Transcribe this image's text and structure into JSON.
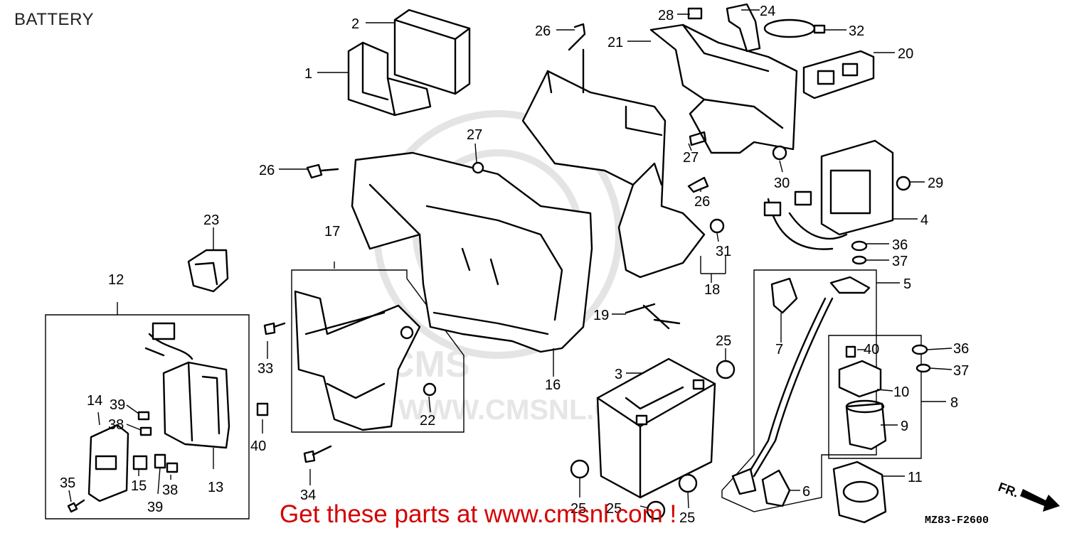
{
  "title": "BATTERY",
  "promo_text": "Get these parts at www.cmsnl.com !",
  "diagram_code": "MZ83-F2600",
  "watermark": {
    "site": "WWW.CMSNL.COM",
    "brand": "CMS"
  },
  "direction_marker": "FR.",
  "colors": {
    "promo": "#d40000",
    "line": "#000000",
    "watermark": "#e4e4e4"
  },
  "labels": {
    "l1": "1",
    "l2": "2",
    "l3": "3",
    "l4": "4",
    "l5": "5",
    "l6": "6",
    "l7": "7",
    "l8": "8",
    "l9": "9",
    "l10": "10",
    "l11": "11",
    "l12": "12",
    "l13": "13",
    "l14": "14",
    "l15": "15",
    "l16": "16",
    "l17": "17",
    "l18": "18",
    "l19": "19",
    "l20": "20",
    "l21": "21",
    "l22": "22",
    "l23": "23",
    "l24": "24",
    "l25a": "25",
    "l25b": "25",
    "l25c": "25",
    "l25d": "25",
    "l26a": "26",
    "l26b": "26",
    "l26c": "26",
    "l27a": "27",
    "l27b": "27",
    "l28": "28",
    "l29": "29",
    "l30": "30",
    "l31": "31",
    "l32": "32",
    "l33": "33",
    "l34": "34",
    "l35": "35",
    "l36a": "36",
    "l36b": "36",
    "l37a": "37",
    "l37b": "37",
    "l38a": "38",
    "l38b": "38",
    "l39a": "39",
    "l39b": "39",
    "l40a": "40",
    "l40b": "40"
  }
}
